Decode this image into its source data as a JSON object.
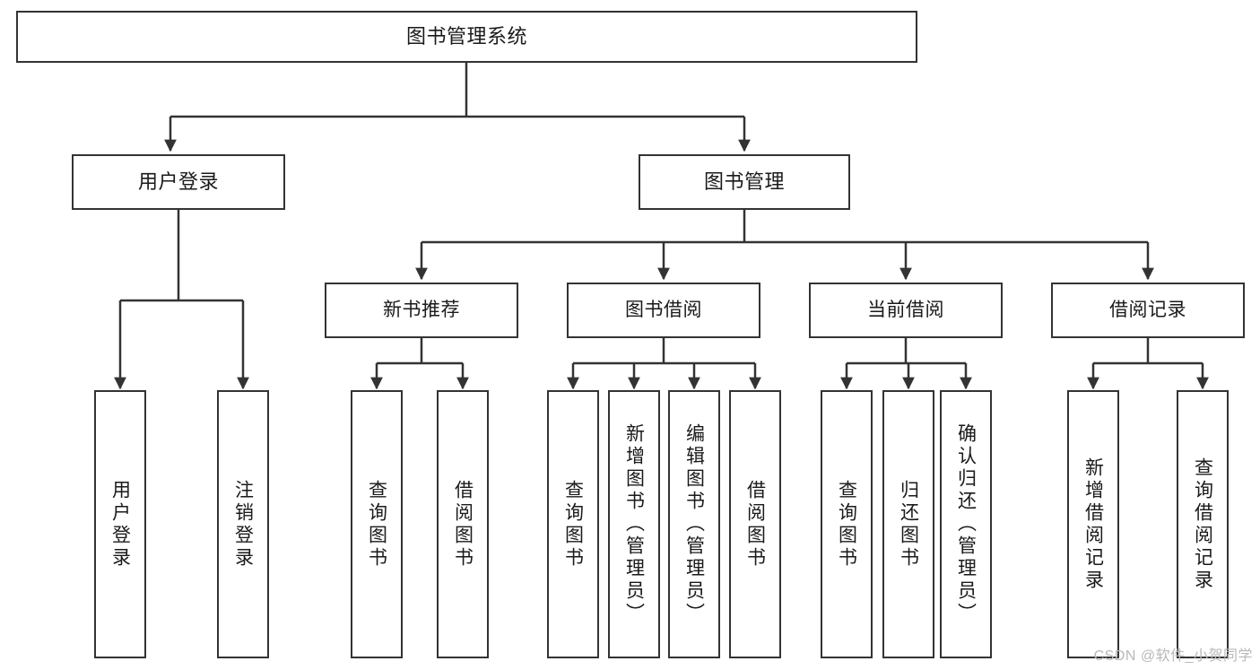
{
  "diagram": {
    "title": "图书管理系统",
    "watermark": "CSDN @软件_小贺同学",
    "line_color": "#333333",
    "box_fill": "#ffffff",
    "text_color": "#1a1a1a",
    "nodes": {
      "root": {
        "label": "图书管理系统"
      },
      "level2": [
        {
          "label": "用户登录"
        },
        {
          "label": "图书管理"
        }
      ],
      "level3": [
        {
          "label": "新书推荐"
        },
        {
          "label": "图书借阅"
        },
        {
          "label": "当前借阅"
        },
        {
          "label": "借阅记录"
        }
      ],
      "leaves_user_login": [
        {
          "label": "用户登录"
        },
        {
          "label": "注销登录"
        }
      ],
      "leaves_new_book": [
        {
          "label": "查询图书"
        },
        {
          "label": "借阅图书"
        }
      ],
      "leaves_borrow": [
        {
          "label": "查询图书"
        },
        {
          "label": "新增图书（管理员）"
        },
        {
          "label": "编辑图书（管理员）"
        },
        {
          "label": "借阅图书"
        }
      ],
      "leaves_current": [
        {
          "label": "查询图书"
        },
        {
          "label": "归还图书"
        },
        {
          "label": "确认归还（管理员）"
        }
      ],
      "leaves_record": [
        {
          "label": "新增借阅记录"
        },
        {
          "label": "查询借阅记录"
        }
      ]
    }
  }
}
